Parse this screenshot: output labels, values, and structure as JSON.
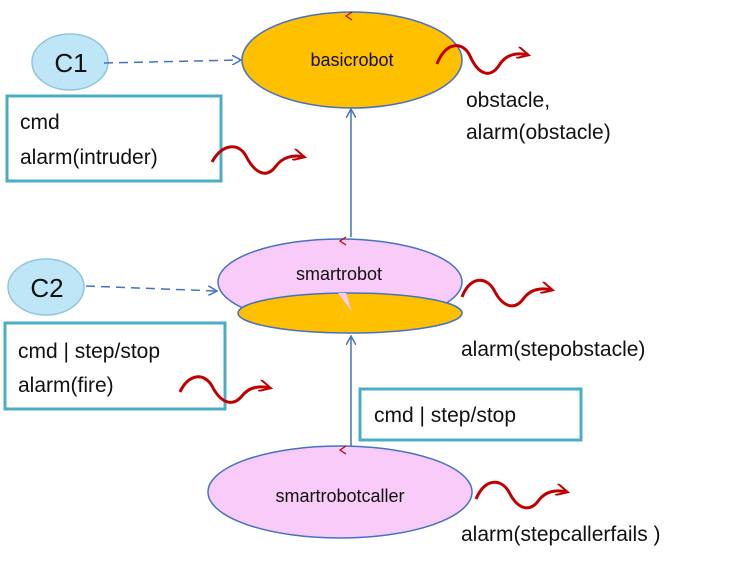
{
  "nodes": {
    "basicrobot": {
      "label": "basicrobot",
      "fill": "#FFC000",
      "stroke": "#4472C4"
    },
    "smartrobot": {
      "label": "smartrobot",
      "fill": "#F9CBF9",
      "inner_fill": "#FFC000",
      "stroke": "#4472C4"
    },
    "smartrobotcaller": {
      "label": "smartrobotcaller",
      "fill": "#F9CBF9",
      "stroke": "#4472C4"
    }
  },
  "clients": {
    "c1": {
      "label": "C1",
      "fill": "#BFE6F7"
    },
    "c2": {
      "label": "C2",
      "fill": "#BFE6F7"
    }
  },
  "boxes": {
    "box1": {
      "lines": [
        "cmd",
        "alarm(intruder)"
      ]
    },
    "box2": {
      "lines": [
        "cmd | step/stop",
        "alarm(fire)"
      ]
    },
    "box3": {
      "lines": [
        "cmd | step/stop"
      ]
    }
  },
  "notes": {
    "basicrobot": [
      "obstacle,",
      "alarm(obstacle)"
    ],
    "smartrobot": [
      "alarm(stepobstacle)"
    ],
    "caller": [
      "alarm(stepcallerfails )"
    ]
  },
  "colors": {
    "box_border": "#4BACC6",
    "arrow_blue": "#4472C4",
    "squiggle": "#C00000"
  }
}
